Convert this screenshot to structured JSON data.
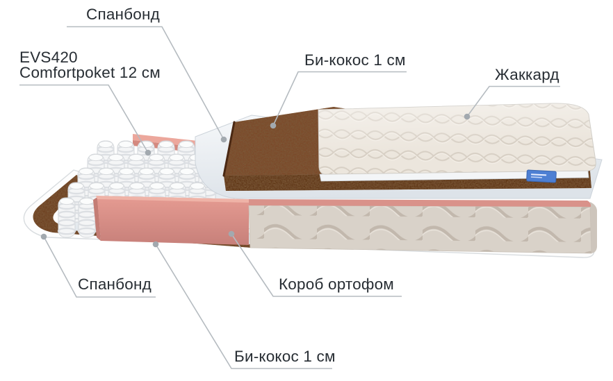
{
  "diagram": {
    "type": "mattress-layers-exploded-view",
    "labels": {
      "spanbond_top": "Спанбонд",
      "evs_line1": "EVS420",
      "evs_line2": "Comfortpoket 12 см",
      "bicocos_top": "Би-кокос 1 см",
      "jacquard": "Жаккард",
      "spanbond_bottom": "Спанбонд",
      "korob": "Короб ортофом",
      "bicocos_bottom": "Би-кокос 1 см"
    },
    "colors": {
      "text": "#272d33",
      "leader_line": "#b5bbc0",
      "leader_dot": "#a2a9af",
      "foam_pink": "#dd938b",
      "coconut_brown": "#7b4929",
      "jacquard_beige": "#ece6dd",
      "wave_taupe": "#d9d2c9",
      "spunbond_white": "#e9eef3",
      "spring_white": "#f4f5f6",
      "tag_blue": "#4d7fd3"
    }
  }
}
